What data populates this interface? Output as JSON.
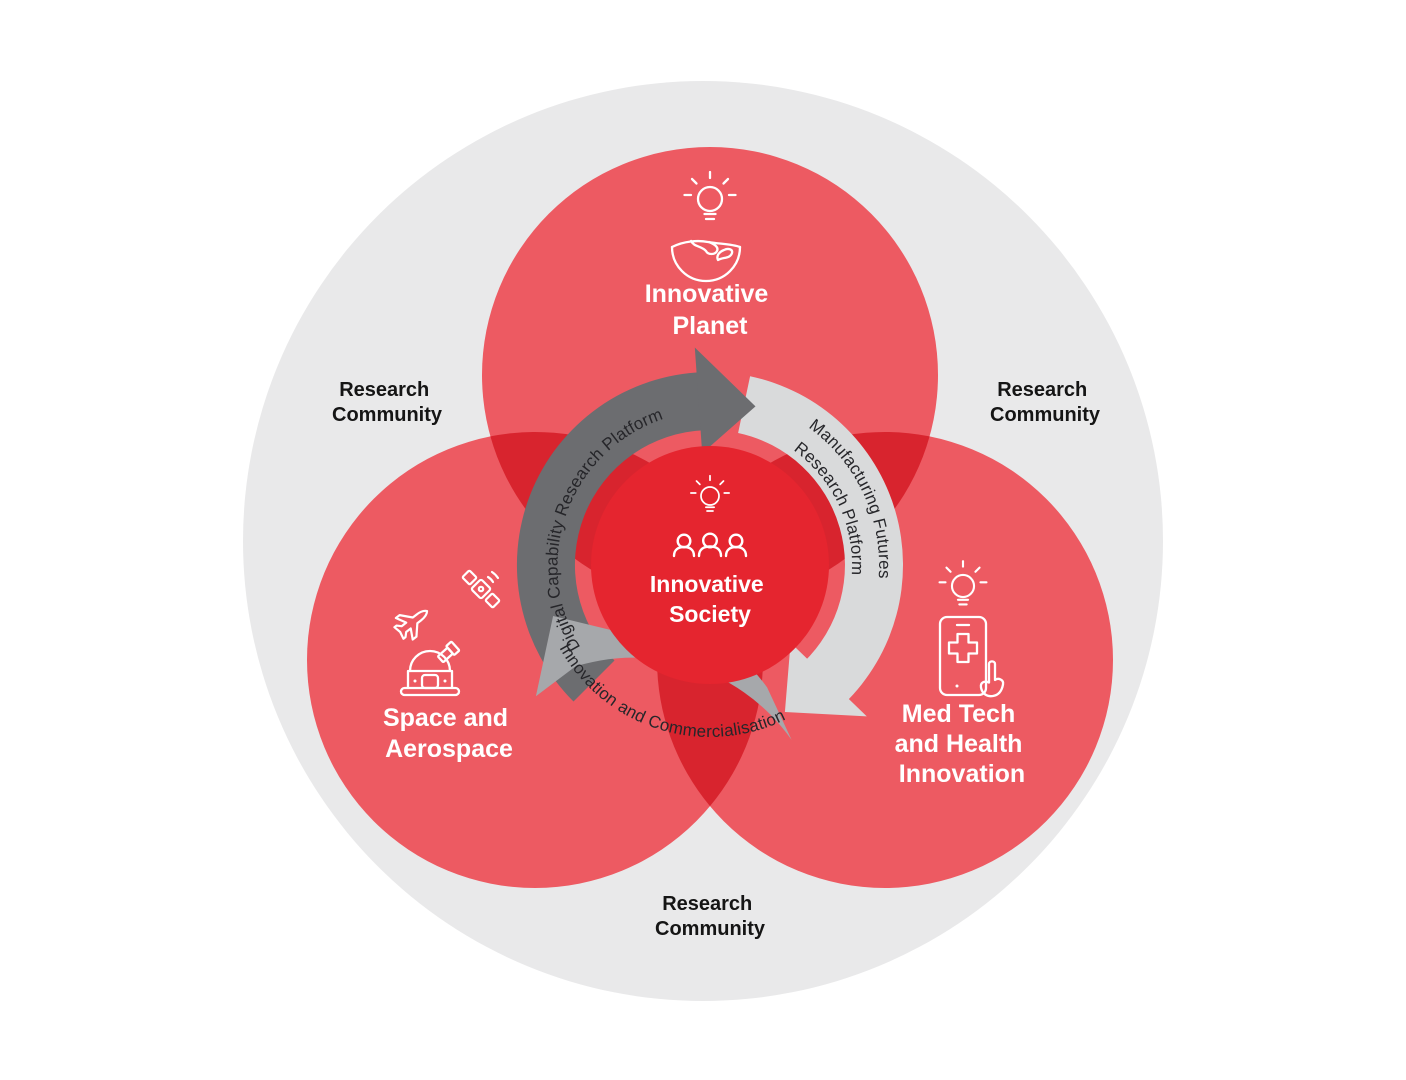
{
  "diagram": {
    "type": "venn-cycle-infographic",
    "outer_labels": {
      "research_community_lines": [
        "Research",
        "Community"
      ],
      "positions": [
        "left",
        "right",
        "bottom"
      ]
    },
    "circles": {
      "planet": {
        "title_lines": [
          "Innovative",
          "Planet"
        ],
        "icons": [
          "idea-lightbulb-icon",
          "half-globe-icon"
        ]
      },
      "space_aero": {
        "title_lines": [
          "Space and",
          "Aerospace"
        ],
        "icons": [
          "airplane-icon",
          "satellite-icon",
          "observatory-icon"
        ]
      },
      "med_tech": {
        "title_lines": [
          "Med Tech",
          "and Health",
          "Innovation"
        ],
        "icons": [
          "idea-lightbulb-icon",
          "medical-app-phone-icon",
          "pointing-hand-icon"
        ]
      },
      "society": {
        "title_lines": [
          "Innovative",
          "Society"
        ],
        "icons": [
          "idea-lightbulb-icon",
          "three-people-icon"
        ]
      }
    },
    "ring": {
      "direction": "clockwise",
      "digital_label": "Digital Capability Research Platform",
      "manufacturing_lines": [
        "Manufacturing Futures",
        "Research Platform"
      ],
      "innovation_label": "Innovation and Commercialisation"
    }
  },
  "colors": {
    "background": "#ffffff",
    "outer_circle": "#e9e9ea",
    "pink_circle": "#ed5a62",
    "overlap_red": "#d8242e",
    "center_red": "#e5252f",
    "ring_dark": "#6c6d70",
    "ring_light": "#d9dadb",
    "ring_medium": "#a6a8ab",
    "ring_text": "#26262a",
    "community_text": "#151515",
    "title_text": "#ffffff",
    "icon_stroke": "#ffffff"
  }
}
